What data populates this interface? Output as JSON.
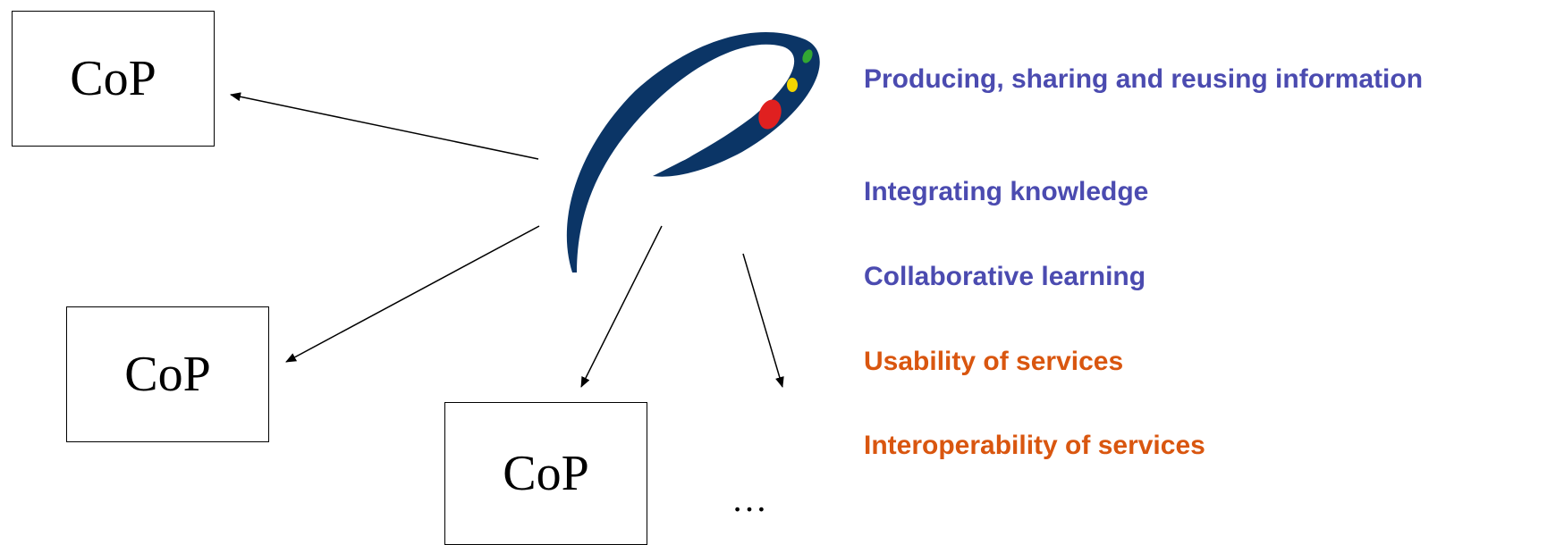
{
  "cop_boxes": [
    {
      "label": "CoP"
    },
    {
      "label": "CoP"
    },
    {
      "label": "CoP"
    }
  ],
  "ellipsis": "…",
  "topics": [
    {
      "text": "Producing, sharing and reusing information",
      "color": "#4b4bb0"
    },
    {
      "text": "Integrating knowledge",
      "color": "#4b4bb0"
    },
    {
      "text": "Collaborative learning",
      "color": "#4b4bb0"
    },
    {
      "text": "Usability of services",
      "color": "#d9560f"
    },
    {
      "text": "Interoperability of services",
      "color": "#d9560f"
    }
  ],
  "logo": {
    "swoosh_color": "#0b3566",
    "dot_colors": [
      "#e02020",
      "#f2d500",
      "#33a833"
    ]
  }
}
